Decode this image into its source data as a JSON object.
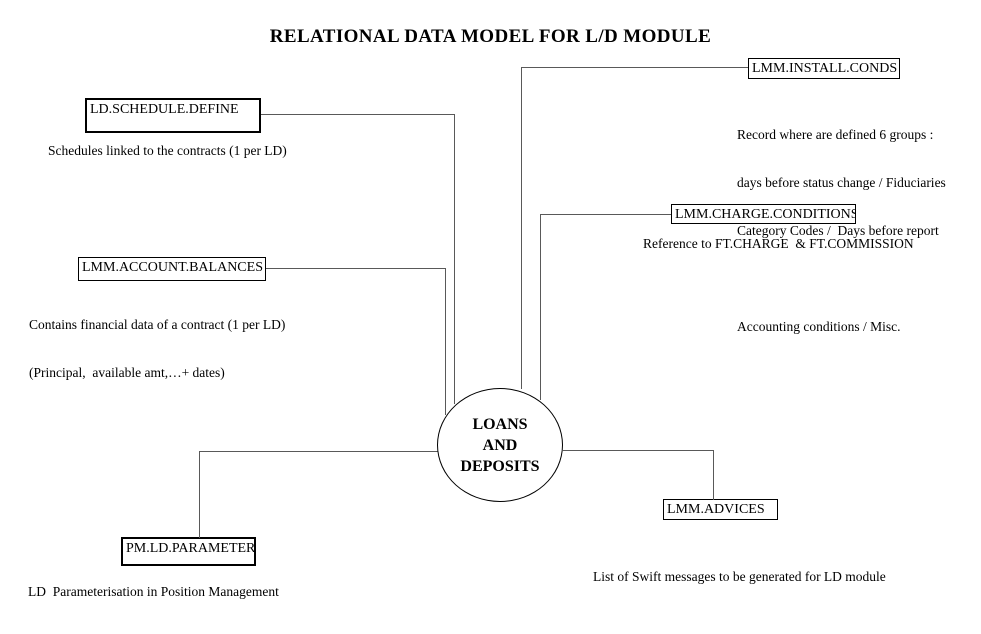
{
  "title": "RELATIONAL DATA MODEL FOR L/D MODULE",
  "colors": {
    "background": "#ffffff",
    "text": "#000000",
    "box_border": "#000000",
    "connector": "#595959"
  },
  "diagram": {
    "center": {
      "label_lines": [
        "LOANS",
        "AND",
        "DEPOSITS"
      ]
    },
    "entities": [
      {
        "id": "ld-schedule-define",
        "label": "LD.SCHEDULE.DEFINE",
        "description": "Schedules linked to the contracts (1 per LD)"
      },
      {
        "id": "lmm-install-conds",
        "label": "LMM.INSTALL.CONDS",
        "description_lines": [
          "Record where are defined 6 groups :",
          "days before status change / Fiduciaries",
          "Category Codes /  Days before report",
          "",
          "Accounting conditions / Misc."
        ]
      },
      {
        "id": "lmm-charge-conditions",
        "label": "LMM.CHARGE.CONDITIONS",
        "description": "Reference to FT.CHARGE  & FT.COMMISSION"
      },
      {
        "id": "lmm-account-balances",
        "label": "LMM.ACCOUNT.BALANCES",
        "description_lines": [
          "Contains financial data of a contract (1 per LD)",
          "(Principal,  available amt,…+ dates)"
        ]
      },
      {
        "id": "pm-ld-parameter",
        "label": "PM.LD.PARAMETER",
        "description": "LD  Parameterisation in Position Management"
      },
      {
        "id": "lmm-advices",
        "label": "LMM.ADVICES",
        "description": "List of Swift messages to be generated for LD module"
      }
    ]
  }
}
